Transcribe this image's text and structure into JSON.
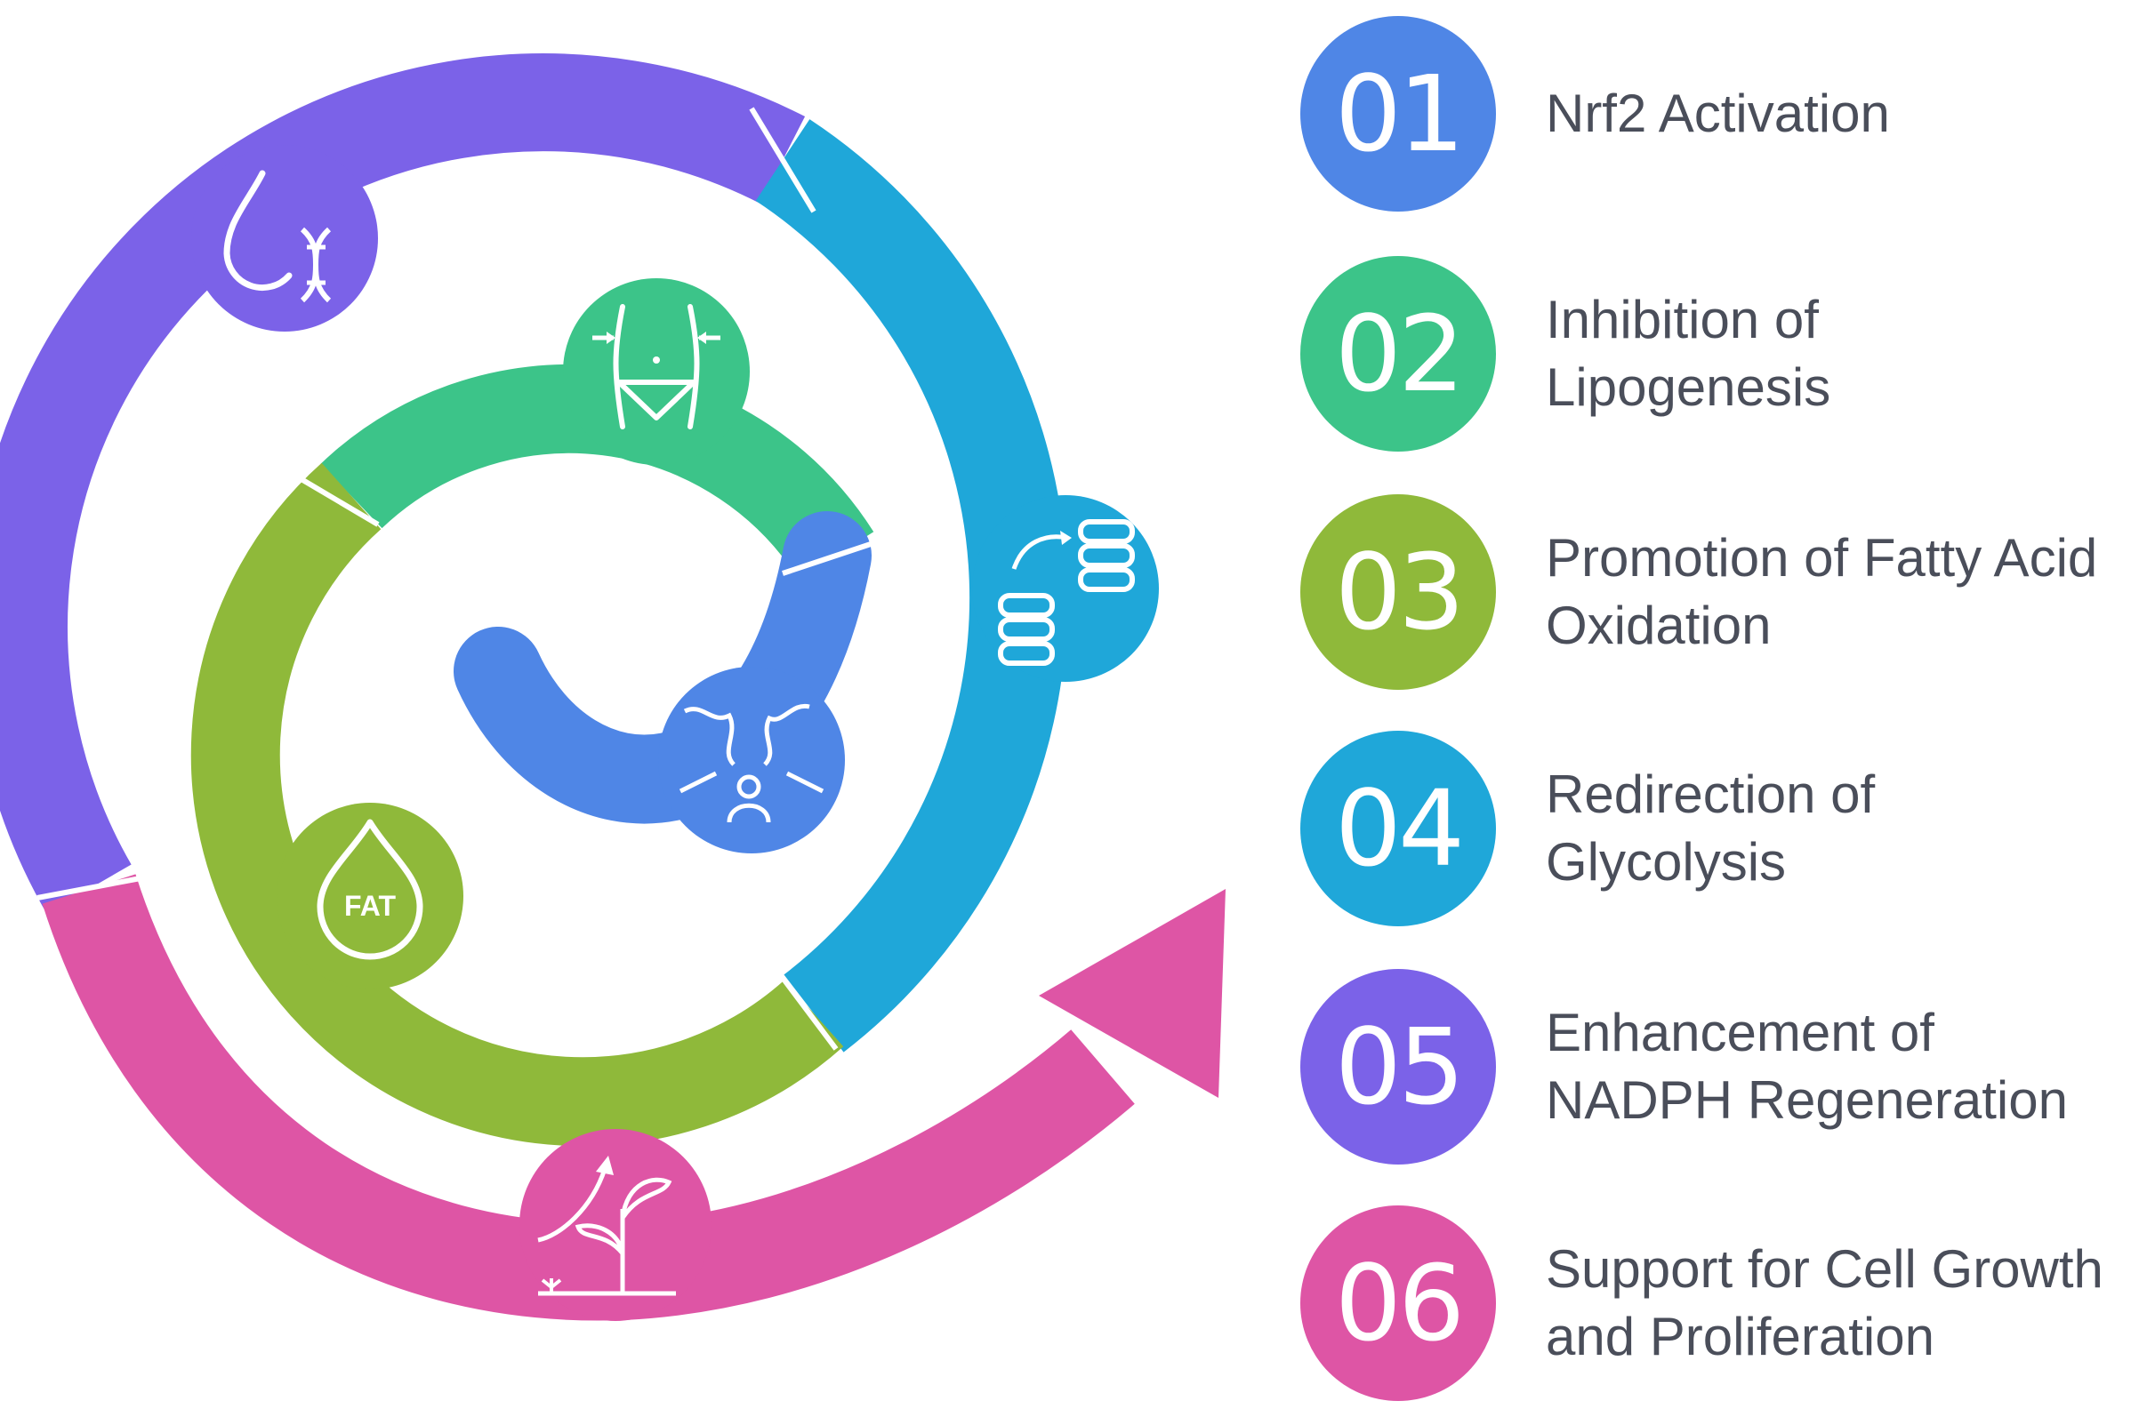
{
  "colors": {
    "purple": "#7b62e8",
    "teal": "#1fa7d9",
    "green": "#3cc489",
    "lime": "#8fb93a",
    "blue": "#4f86e6",
    "pink": "#de55a5",
    "text": "#4a4e5a"
  },
  "steps": [
    {
      "number": "01",
      "line1": "Nrf2 Activation",
      "line2": "",
      "color": "#4f86e6",
      "icon": "cell-cluster-icon"
    },
    {
      "number": "02",
      "line1": "Inhibition of",
      "line2": "Lipogenesis",
      "color": "#3cc489",
      "icon": "waist-slimming-icon"
    },
    {
      "number": "03",
      "line1": "Promotion of Fatty Acid",
      "line2": "Oxidation",
      "color": "#8fb93a",
      "icon": "fat-drop-icon"
    },
    {
      "number": "04",
      "line1": "Redirection of",
      "line2": "Glycolysis",
      "color": "#1fa7d9",
      "icon": "database-exchange-icon"
    },
    {
      "number": "05",
      "line1": "Enhancement of",
      "line2": "NADPH Regeneration",
      "color": "#7b62e8",
      "icon": "drop-dna-icon"
    },
    {
      "number": "06",
      "line1": "Support for Cell Growth",
      "line2": "and Proliferation",
      "color": "#de55a5",
      "icon": "plant-growth-icon"
    }
  ],
  "icons": {
    "fat_text": "FAT"
  }
}
